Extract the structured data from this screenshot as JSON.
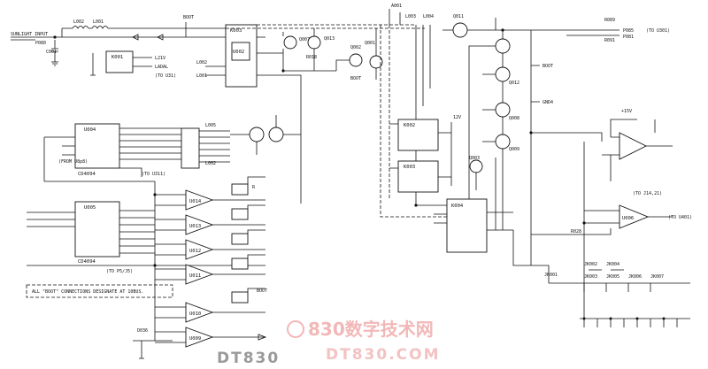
{
  "labels": {
    "sunlight_input": "SUNLIGHT INPUT",
    "p080": "P080",
    "l002": "L002",
    "l001": "L001",
    "boot_top": "BOOT",
    "c001": "C001",
    "k001": "K001",
    "k003": "K003",
    "u002": "U002",
    "q007": "Q007",
    "q013": "Q013",
    "r018": "R018",
    "q002": "Q002",
    "q001": "Q001",
    "boot_q001": "BOOT",
    "r089": "R089",
    "r091": "R091",
    "to_u301": "(TO U301)",
    "p085": "P085",
    "p081": "P081",
    "l21v": "L21V",
    "ladal": "LADAL",
    "to_u31": "(TO U31)",
    "l002b": "L002",
    "l001b": "L001",
    "l005": "L005",
    "l002c": "L002",
    "q011": "Q011",
    "q012": "Q012",
    "q008": "Q008",
    "q009": "Q009",
    "boot_r": "BOOT",
    "gnd_r": "GND4",
    "u004": "U004",
    "u004_part": "CD4094",
    "u005": "U005",
    "u005_part": "CD4094",
    "freq_u8": "(FROM U8p8)",
    "to_u311": "(TO U311)",
    "to_p5": "(TO P5/J5)",
    "u014": "U014",
    "u013": "U013",
    "u012": "U012",
    "u011": "U011",
    "u010": "U010",
    "u009": "U009",
    "r_bank": "R",
    "k002": "K002",
    "k003b": "K003",
    "k004": "K004",
    "q003": "Q003",
    "u006": "U006",
    "r028": "R028",
    "to_j4": "(TO J14,21)",
    "to_u401": "(TO U401)",
    "a001": "A001",
    "l003": "L003",
    "l004": "L004",
    "jk001": "JK001",
    "jk002": "JK002",
    "jk003": "JK003",
    "jk004": "JK004",
    "jk005": "JK005",
    "jk006": "JK006",
    "jk007": "JK007",
    "u15v": "+15V",
    "v12": "12V",
    "boot_lower": "BOOT",
    "d036": "D036",
    "note": "ALL \"BOOT\" CONNECTIONS DESIGNATE AT 10BUS."
  },
  "watermark": {
    "cn": "830数字技术网",
    "url": "DT830.COM",
    "brand": "DT830"
  },
  "colors": {
    "ink": "#111111",
    "watermark_pink": "#f2b8b8",
    "watermark_gray": "#9a9a9a"
  }
}
